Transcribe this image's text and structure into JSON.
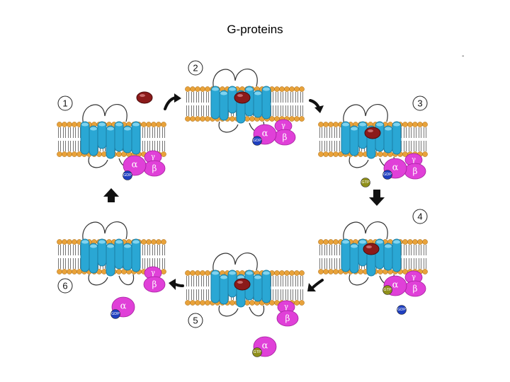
{
  "title": "G-proteins",
  "stray_mark": "-",
  "steps": [
    {
      "number": "1"
    },
    {
      "number": "2"
    },
    {
      "number": "3"
    },
    {
      "number": "4"
    },
    {
      "number": "5"
    },
    {
      "number": "6"
    }
  ],
  "labels": {
    "alpha": "α",
    "beta": "β",
    "gamma": "γ",
    "gdp": "GDP",
    "gtp": "GTP"
  },
  "colors": {
    "lipid_head": "#e8a23a",
    "lipid_tail": "#666666",
    "helix": "#2aa7d4",
    "helix_dark": "#1b7fa6",
    "ligand": "#8b1a1a",
    "g_protein": "#e040d8",
    "gdp": "#1f3fbf",
    "gtp": "#8f8f1a",
    "arrow": "#111111"
  }
}
